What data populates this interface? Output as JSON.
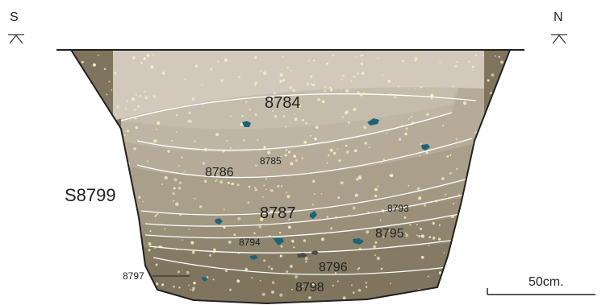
{
  "orientation": {
    "left": "S",
    "right": "N"
  },
  "feature_label": "S8799",
  "layers": [
    {
      "id": "8784",
      "color": "#d2c9bc"
    },
    {
      "id": "8785",
      "color": "#c6bcab"
    },
    {
      "id": "8786",
      "color": "#bfb5a4"
    },
    {
      "id": "8787",
      "color": "#b5ab98"
    },
    {
      "id": "8793",
      "color": "#a99f8a"
    },
    {
      "id": "8794",
      "color": "#a39882"
    },
    {
      "id": "8795",
      "color": "#9a8f79"
    },
    {
      "id": "8796",
      "color": "#8f856e"
    },
    {
      "id": "8797",
      "color": "#857b64"
    },
    {
      "id": "8798",
      "color": "#7f755e"
    }
  ],
  "inclusion_color": "#1c6475",
  "charcoal_color": "#4a4a4a",
  "speckle_color": "#f6f0c8",
  "scale_bar": {
    "label": "50cm."
  }
}
